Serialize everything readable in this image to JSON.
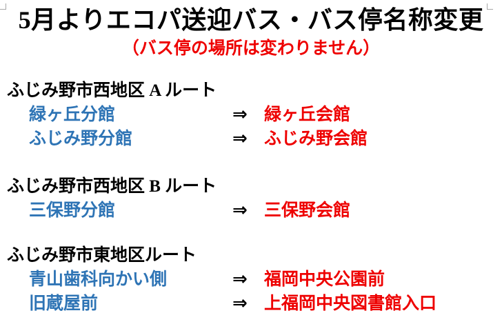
{
  "page": {
    "title": "5月よりエコパ送迎バス・バス停名称変更",
    "subtitle": "（バス停の場所は変わりません）",
    "arrow_glyph": "⇒",
    "colors": {
      "title_black": "#000000",
      "notice_red": "#ee0000",
      "old_name_blue": "#2e74b5",
      "new_name_red": "#ee0000",
      "corner_mark_gray": "#a6a6a6"
    }
  },
  "sections": [
    {
      "heading": "ふじみ野市西地区 A ルート",
      "rows": [
        {
          "old": "緑ヶ丘分館",
          "new": "緑ヶ丘会館"
        },
        {
          "old": "ふじみ野分館",
          "new": "ふじみ野会館"
        }
      ]
    },
    {
      "heading": "ふじみ野市西地区 B ルート",
      "rows": [
        {
          "old": "三保野分館",
          "new": "三保野会館"
        }
      ]
    },
    {
      "heading": "ふじみ野市東地区ルート",
      "rows": [
        {
          "old": "青山歯科向かい側",
          "new": "福岡中央公園前"
        },
        {
          "old": "旧蔵屋前",
          "new": "上福岡中央図書館入口"
        }
      ]
    }
  ]
}
